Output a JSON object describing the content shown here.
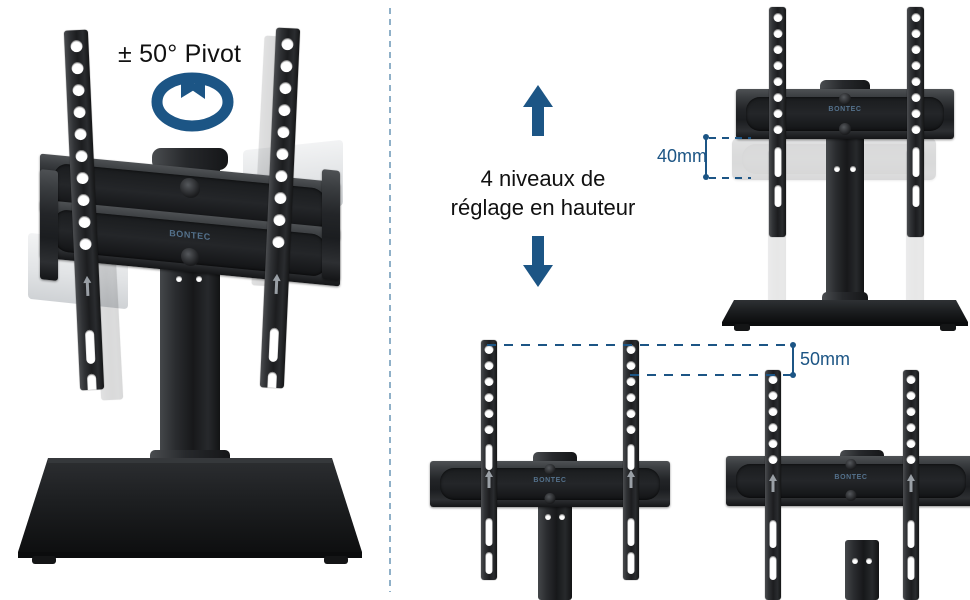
{
  "product": {
    "brand": "BONTEC",
    "type": "tabletop-tv-stand"
  },
  "colors": {
    "accent_blue": "#1c5585",
    "divider_blue": "#8fb0c8",
    "brand_text": "#5d7f9e",
    "text_dark": "#111111",
    "background": "#ffffff"
  },
  "panels": {
    "left": {
      "title": "± 50° Pivot",
      "icon": "rotation-arrow-icon",
      "feature": "swivel"
    },
    "right": {
      "title": "4 niveaux de\nréglage en hauteur",
      "title_line1": "4 niveaux de",
      "title_line2": "réglage en hauteur",
      "arrow_up": "arrow-up-icon",
      "arrow_down": "arrow-down-icon",
      "feature": "height-adjustment",
      "levels": 4
    }
  },
  "measurements": [
    {
      "id": "step",
      "label": "40mm",
      "value": 40,
      "unit": "mm",
      "describes": "increment between adjacent height levels"
    },
    {
      "id": "range",
      "label": "50mm",
      "value": 50,
      "unit": "mm",
      "describes": "offset between the two lower bracket positions"
    }
  ],
  "illustrations": [
    {
      "id": "pivot-stand",
      "panel": "left",
      "shows": "full stand with swivel ghost positions"
    },
    {
      "id": "height-stand-top",
      "panel": "right",
      "shows": "full stand with 40mm bracket callout"
    },
    {
      "id": "height-mount-left",
      "panel": "right",
      "shows": "bracket at upper position"
    },
    {
      "id": "height-mount-right",
      "panel": "right",
      "shows": "bracket at lower position, 50mm below"
    }
  ]
}
